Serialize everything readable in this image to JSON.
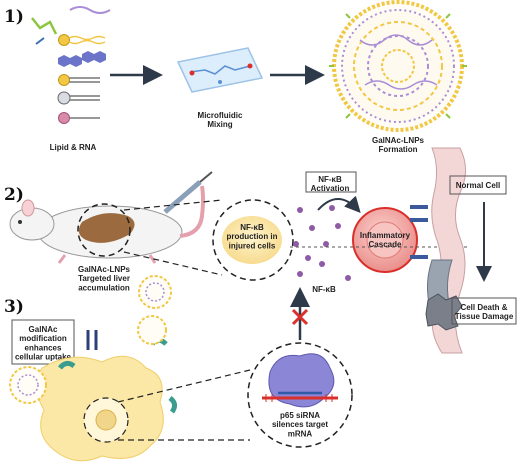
{
  "steps": {
    "s1": "1)",
    "s2": "2)",
    "s3": "3)"
  },
  "labels": {
    "lipid_rna": "Lipid & RNA",
    "microfluidic": "Microfluidic\nMixing",
    "lnp_formation": "GalNAc-LNPs\nFormation",
    "targeted_accumulation": "GalNAc-LNPs\nTargeted liver\naccumulation",
    "nfkb_production": "NF-κB\nproduction in\ninjured cells",
    "nfkb_activation": "NF-κB\nActivation",
    "inflammatory_cascade": "Inflammatory\nCascade",
    "nfkb_small": "NF-κB",
    "normal_cell": "Normal Cell",
    "cell_death": "Cell Death &\nTissue Damage",
    "galnac_modification": "GalNAc\nmodification\nenhances\ncellular uptake",
    "sirna_silences": "p65 siRNA\nsilences target\nmRNA"
  },
  "colors": {
    "lipid_yellow": "#f2c744",
    "lipid_green": "#8cc63f",
    "lipid_purple": "#a98ed6",
    "cell_yellow": "#fbe7a6",
    "inflammatory_pink": "#f3a7a5",
    "mouse_body": "#f4f4f4",
    "liver_brown": "#9b6b3f",
    "tissue_gray": "#7a7f8a",
    "arrow_dark": "#2e3a4a",
    "inhibit_red": "#d9302b"
  }
}
